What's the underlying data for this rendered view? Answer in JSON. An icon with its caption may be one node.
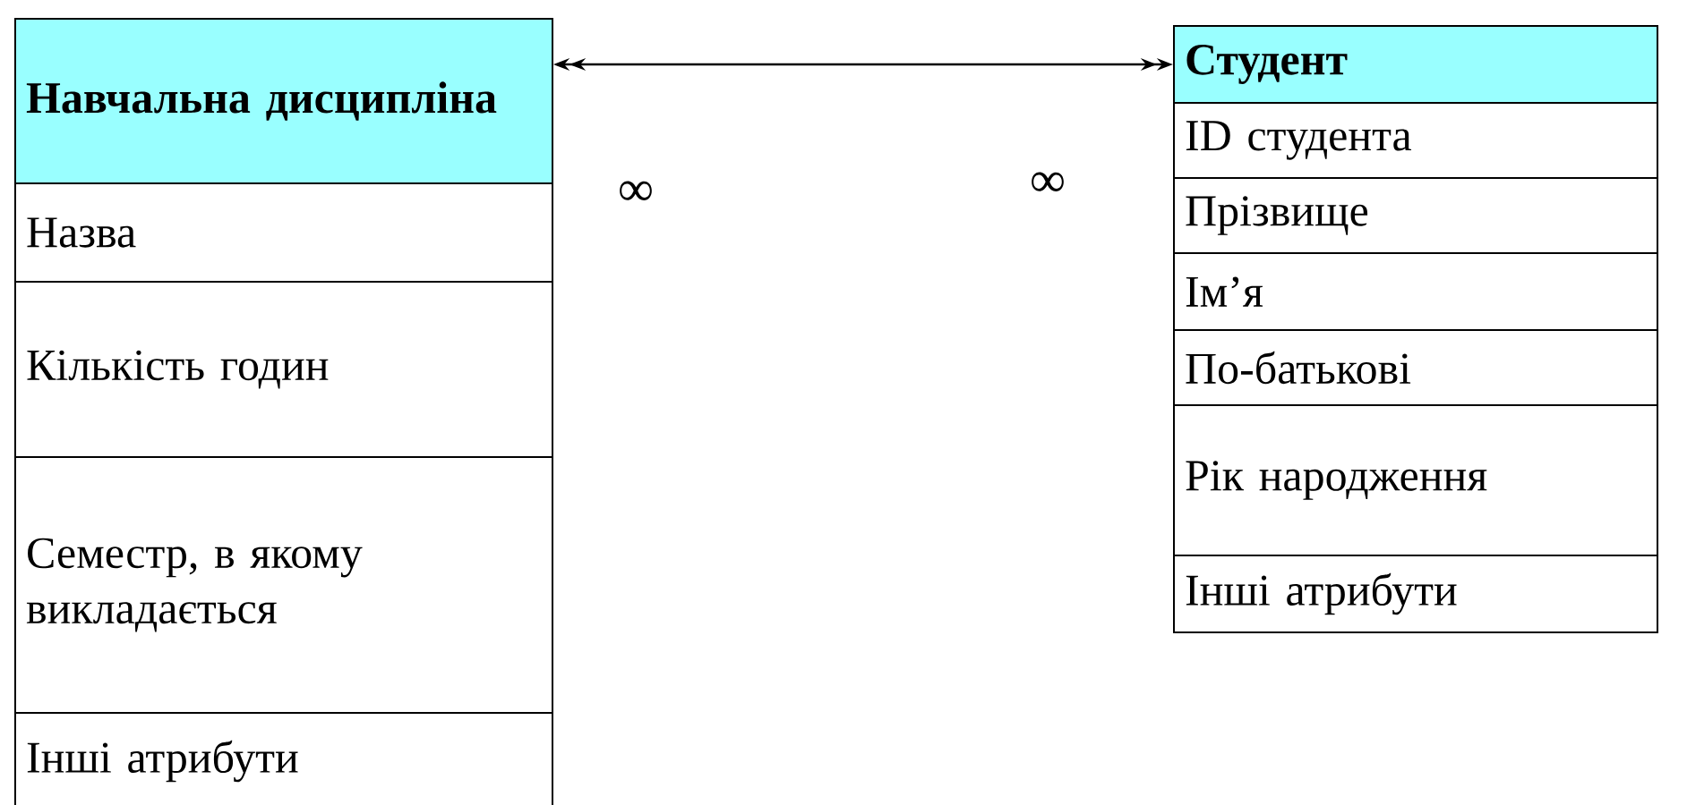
{
  "diagram": {
    "nodes": [
      {
        "text": [
          "Навчальна дисципліна"
        ]
      },
      {
        "text": [
          "Назва"
        ]
      },
      {
        "text": [
          "Кількість годин"
        ]
      },
      {
        "text": [
          "Семестр, в якому викладається"
        ]
      },
      {
        "text": [
          "Інші атрибути"
        ]
      },
      {
        "text": [
          "Студент"
        ]
      },
      {
        "text": [
          "ID студента"
        ]
      },
      {
        "text": [
          "Прізвище"
        ]
      },
      {
        "text": [
          "Ім’я"
        ]
      },
      {
        "text": [
          "По-батькові"
        ]
      },
      {
        "text": [
          "Рік народження"
        ]
      },
      {
        "text": [
          "Інші атрибути"
        ]
      }
    ],
    "edges": [
      {
        "from": 0,
        "to": 5,
        "arrow": "both"
      }
    ],
    "labels": [
      "∞",
      "∞"
    ]
  }
}
